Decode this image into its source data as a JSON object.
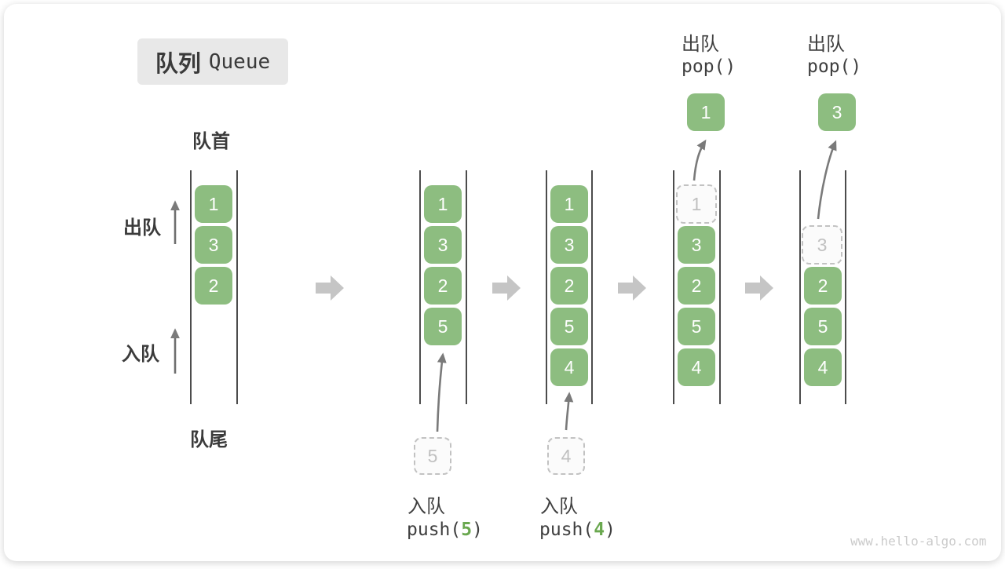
{
  "title": {
    "zh": "队列",
    "en": "Queue"
  },
  "side_labels": {
    "front": "队首",
    "rear": "队尾",
    "dequeue": "出队",
    "enqueue": "入队"
  },
  "states": [
    {
      "cells": [
        "1",
        "3",
        "2"
      ]
    },
    {
      "cells": [
        "1",
        "3",
        "2",
        "5"
      ]
    },
    {
      "cells": [
        "1",
        "3",
        "2",
        "5",
        "4"
      ]
    },
    {
      "ghost": "1",
      "cells": [
        "3",
        "2",
        "5",
        "4"
      ],
      "popped": "1"
    },
    {
      "ghost": "3",
      "cells": [
        "2",
        "5",
        "4"
      ],
      "popped": "3"
    }
  ],
  "operations": {
    "push5": {
      "label": "入队",
      "code_pre": "push(",
      "arg": "5",
      "code_post": ")",
      "ghost": "5"
    },
    "push4": {
      "label": "入队",
      "code_pre": "push(",
      "arg": "4",
      "code_post": ")",
      "ghost": "4"
    },
    "pop1": {
      "label": "出队",
      "code": "pop()"
    },
    "pop2": {
      "label": "出队",
      "code": "pop()"
    }
  },
  "watermark": "www.hello-algo.com",
  "colors": {
    "cell_green": "#8dbd80",
    "code_arg_green": "#6aa84f",
    "column_line_gray": "#4c4c4c",
    "thin_arrow_gray": "#7a7a7a",
    "block_arrow_gray": "#c5c5c5",
    "title_box_gray": "#e8e8e8",
    "ghost_gray": "#c2c2c2",
    "text_dark": "#3b3b3b"
  }
}
